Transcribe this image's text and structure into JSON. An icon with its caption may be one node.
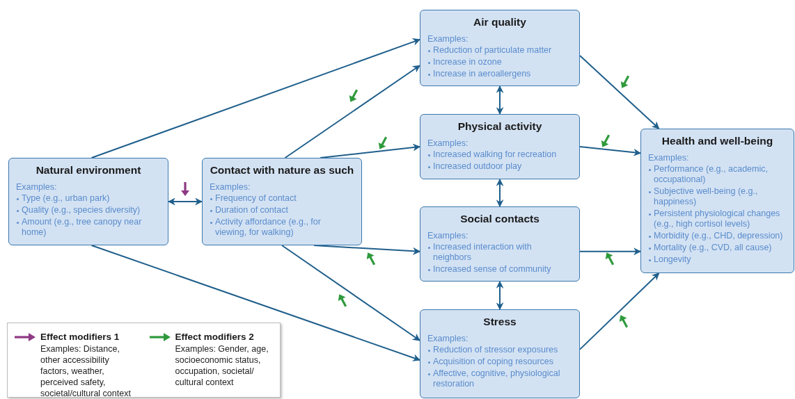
{
  "diagram": {
    "nodes": [
      {
        "text": [
          "Natural environment",
          "Examples:",
          "Type (e.g., urban park)",
          "Quality (e.g., species diversity)",
          "Amount (e.g., tree canopy near home)"
        ]
      },
      {
        "text": [
          "Contact with nature as such",
          "Examples:",
          "Frequency of contact",
          "Duration of contact",
          "Activity affordance (e.g., for viewing, for walking)"
        ]
      },
      {
        "text": [
          "Air quality",
          "Examples:",
          "Reduction of particulate matter",
          "Increase in ozone",
          "Increase in aeroallergens"
        ]
      },
      {
        "text": [
          "Physical activity",
          "Examples:",
          "Increased walking for recreation",
          "Increased outdoor play"
        ]
      },
      {
        "text": [
          "Social contacts",
          "Examples:",
          "Increased interaction with neighbors",
          "Increased sense of community"
        ]
      },
      {
        "text": [
          "Stress",
          "Examples:",
          "Reduction of stressor exposures",
          "Acquisition of coping resources",
          "Affective, cognitive, physiological restoration"
        ]
      },
      {
        "text": [
          "Health and well-being",
          "Examples:",
          "Performance (e.g., academic, occupational)",
          "Subjective well-being (e.g., happiness)",
          "Persistent physiological changes (e.g., high cortisol levels)",
          "Morbidity (e.g., CHD, depression)",
          "Mortality (e.g., CVD, all cause)",
          "Longevity"
        ]
      }
    ],
    "edges": [
      {
        "from": 0,
        "to": 2,
        "arrow": "to"
      },
      {
        "from": 0,
        "to": 1,
        "arrow": "both"
      },
      {
        "from": 0,
        "to": 5,
        "arrow": "to"
      },
      {
        "from": 1,
        "to": 2,
        "arrow": "to"
      },
      {
        "from": 1,
        "to": 3,
        "arrow": "to"
      },
      {
        "from": 1,
        "to": 4,
        "arrow": "to"
      },
      {
        "from": 1,
        "to": 5,
        "arrow": "to"
      },
      {
        "from": 2,
        "to": 3,
        "arrow": "both"
      },
      {
        "from": 3,
        "to": 4,
        "arrow": "both"
      },
      {
        "from": 4,
        "to": 5,
        "arrow": "both"
      },
      {
        "from": 2,
        "to": 6,
        "arrow": "to"
      },
      {
        "from": 3,
        "to": 6,
        "arrow": "to"
      },
      {
        "from": 4,
        "to": 6,
        "arrow": "to"
      },
      {
        "from": 5,
        "to": 6,
        "arrow": "to"
      }
    ],
    "labels": [
      "Examples: Distance, other accessibility factors, weather, perceived safety, societal/cultural context",
      "Examples: Gender, age, socioeconomic status, occupation, societal/ cultural context"
    ],
    "legend": [
      {
        "text": "Effect modifiers 1"
      },
      {
        "text": "Effect modifiers 2"
      }
    ]
  }
}
